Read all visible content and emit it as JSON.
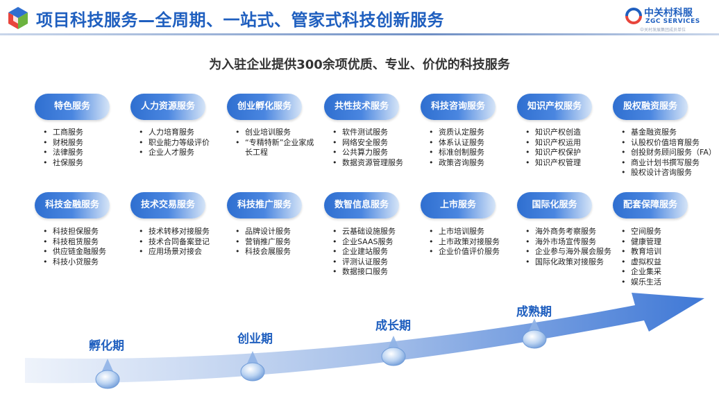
{
  "header": {
    "title": "项目科技服务—全周期、一站式、管家式科技创新服务",
    "brand_cn": "中关村科服",
    "brand_en": "ZGC SERVICES",
    "brand_sub": "中关村发展集团成员单位"
  },
  "subtitle": "为入驻企业提供300余项优质、专业、价优的科技服务",
  "categories": [
    {
      "label": "特色服务",
      "items": [
        "工商服务",
        "财税服务",
        "法律服务",
        "社保服务"
      ]
    },
    {
      "label": "人力资源服务",
      "items": [
        "人力培育服务",
        "职业能力等级评价",
        "企业人才服务"
      ]
    },
    {
      "label": "创业孵化服务",
      "items": [
        "创业培训服务",
        "“专精特新”企业家成长工程"
      ]
    },
    {
      "label": "共性技术服务",
      "items": [
        "软件测试服务",
        "网络安全服务",
        "公共算力服务",
        "数据资源管理服务"
      ]
    },
    {
      "label": "科技咨询服务",
      "items": [
        "资质认定服务",
        "体系认证服务",
        "标准创制服务",
        "政策咨询服务"
      ]
    },
    {
      "label": "知识产权服务",
      "items": [
        "知识产权创造",
        "知识产权运用",
        "知识产权保护",
        "知识产权管理"
      ]
    },
    {
      "label": "股权融资服务",
      "items": [
        "基金融资服务",
        "认股权价值培育服务",
        "创投财务顾问服务（FA）",
        "商业计划书撰写服务",
        "股权设计咨询服务"
      ]
    },
    {
      "label": "科技金融服务",
      "items": [
        "科技担保服务",
        "科技租赁服务",
        "供应链金融服务",
        "科技小贷服务"
      ]
    },
    {
      "label": "技术交易服务",
      "items": [
        "技术转移对接服务",
        "技术合同备案登记",
        "应用场景对接会"
      ]
    },
    {
      "label": "科技推广服务",
      "items": [
        "品牌设计服务",
        "营销推广服务",
        "科技会展服务"
      ]
    },
    {
      "label": "数智信息服务",
      "items": [
        "云基础设施服务",
        "企业SAAS服务",
        "企业建站服务",
        "评测认证服务",
        "数据接口服务"
      ]
    },
    {
      "label": "上市服务",
      "items": [
        "上市培训服务",
        "上市政策对接服务",
        "企业价值评价服务"
      ]
    },
    {
      "label": "国际化服务",
      "items": [
        "海外商务考察服务",
        "海外市场宣传服务",
        "企业参与海外展会服务",
        "国际化政策对接服务"
      ]
    },
    {
      "label": "配套保障服务",
      "items": [
        "空间服务",
        "健康管理",
        "教育培训",
        "虚拟权益",
        "企业集采",
        "娱乐生活"
      ]
    }
  ],
  "stages": [
    "孵化期",
    "创业期",
    "成长期",
    "成熟期"
  ],
  "colors": {
    "accent": "#1f5fbf",
    "pill_start": "#2f6fd0",
    "pill_end": "#d5e4f7"
  }
}
